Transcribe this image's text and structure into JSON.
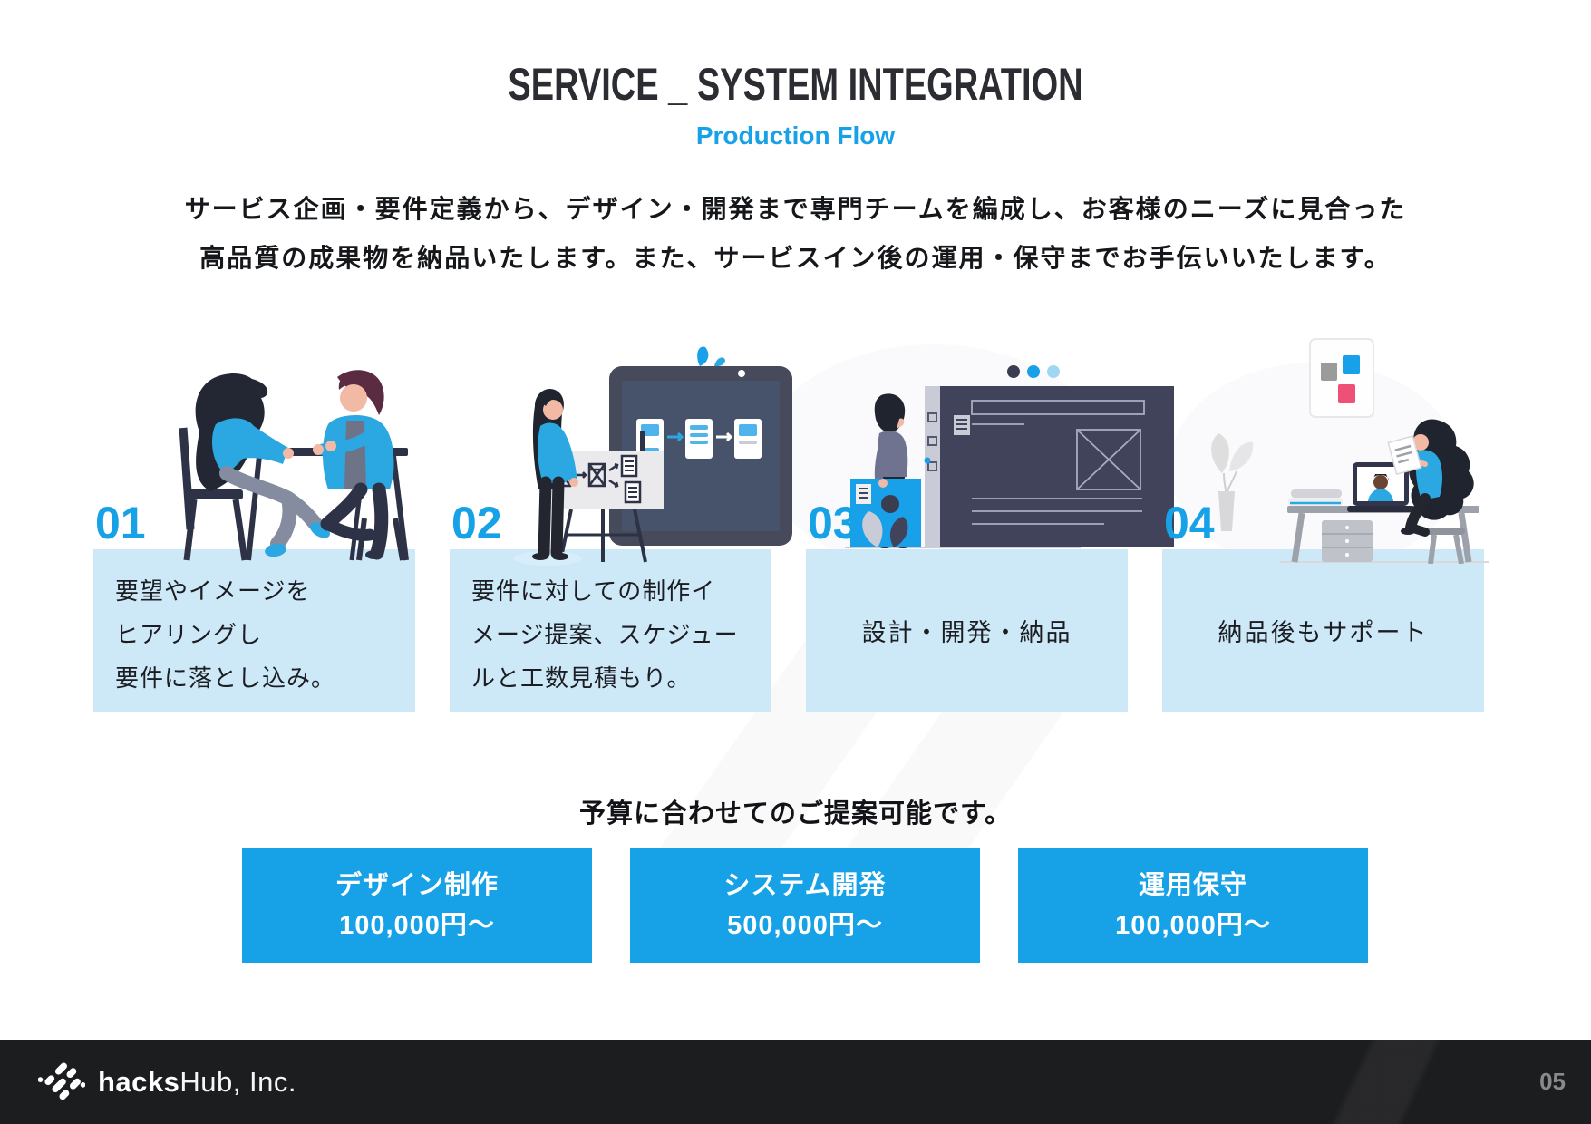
{
  "slide": {
    "title": "SERVICE _ SYSTEM INTEGRATION",
    "subtitle": "Production Flow",
    "intro_line1": "サービス企画・要件定義から、デザイン・開発まで専門チームを編成し、お客様のニーズに見合った",
    "intro_line2": "高品質の成果物を納品いたします。また、サービスイン後の運用・保守までお手伝いいたします。"
  },
  "steps": [
    {
      "number": "01",
      "lines": [
        "要望やイメージを",
        "ヒアリングし",
        "要件に落とし込み。"
      ],
      "illustration": "interview-illustration"
    },
    {
      "number": "02",
      "lines": [
        "要件に対しての制作イ",
        "メージ提案、スケジュー",
        "ルと工数見積もり。"
      ],
      "illustration": "whiteboard-presentation-illustration"
    },
    {
      "number": "03",
      "lines": [
        "設計・開発・納品"
      ],
      "illustration": "design-development-illustration"
    },
    {
      "number": "04",
      "lines": [
        "納品後もサポート"
      ],
      "illustration": "remote-support-illustration"
    }
  ],
  "pricing": {
    "heading": "予算に合わせてのご提案可能です。",
    "plans": [
      {
        "name": "デザイン制作",
        "price": "100,000円〜"
      },
      {
        "name": "システム開発",
        "price": "500,000円〜"
      },
      {
        "name": "運用保守",
        "price": "100,000円〜"
      }
    ]
  },
  "footer": {
    "brand_bold": "hacks",
    "brand_light": "Hub, Inc.",
    "page_number": "05",
    "logo_icon": "hackshub-hash-icon"
  },
  "colors": {
    "accent_blue": "#17A2E8",
    "card_light_blue": "#CDE9F8",
    "price_box_blue": "#17A2E8",
    "footer_background": "#1C1D1F",
    "title_color": "#2B2D33",
    "page_number_gray": "#8A8A8A"
  }
}
